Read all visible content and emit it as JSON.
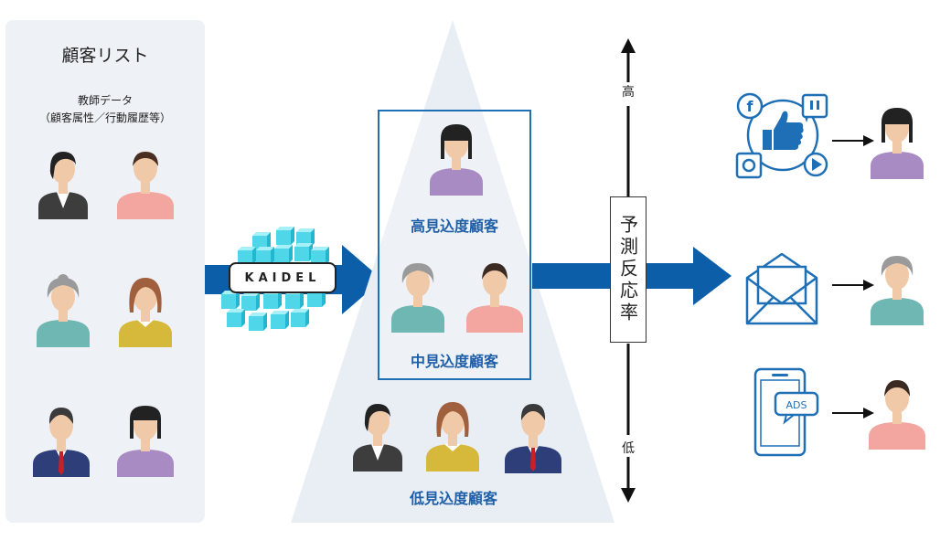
{
  "left_panel": {
    "title": "顧客リスト",
    "subtitle_line1": "教師データ",
    "subtitle_line2": "（顧客属性／行動履歴等）"
  },
  "engine": {
    "label": "KAIDEL"
  },
  "segments": {
    "high": "高見込度顧客",
    "mid": "中見込度顧客",
    "low": "低見込度顧客"
  },
  "axis": {
    "label": "予測反応率",
    "top": "高",
    "bottom": "低"
  },
  "channels": {
    "email_icon": "envelope-icon",
    "social_icon": "social-media-icon",
    "ads_label": "ADS"
  },
  "colors": {
    "primary_blue": "#0d5ea8",
    "label_blue": "#1e5fa8",
    "panel_bg": "#eef2f7",
    "cube_cyan": "#4fd6e8",
    "icon_blue": "#1f6fb6"
  }
}
